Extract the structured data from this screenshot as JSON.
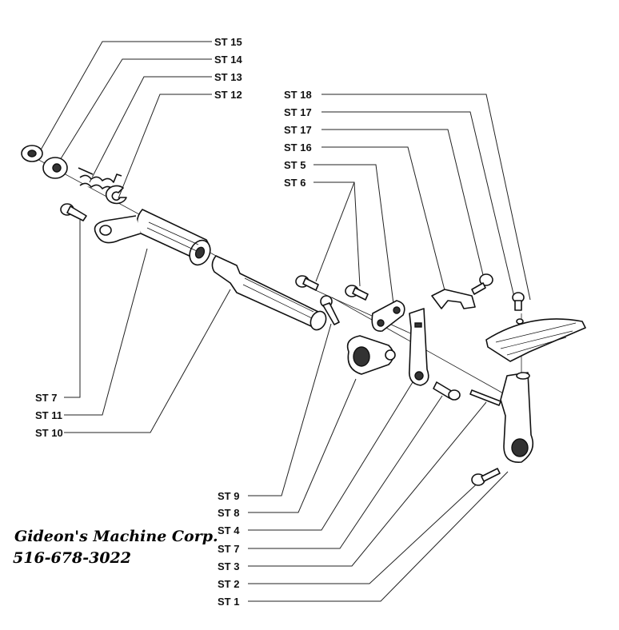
{
  "callouts": [
    {
      "id": "st15",
      "label": "ST 15"
    },
    {
      "id": "st14",
      "label": "ST 14"
    },
    {
      "id": "st13",
      "label": "ST 13"
    },
    {
      "id": "st12",
      "label": "ST 12"
    },
    {
      "id": "st18",
      "label": "ST 18"
    },
    {
      "id": "st17a",
      "label": "ST 17"
    },
    {
      "id": "st17b",
      "label": "ST 17"
    },
    {
      "id": "st16",
      "label": "ST 16"
    },
    {
      "id": "st5",
      "label": "ST 5"
    },
    {
      "id": "st6",
      "label": "ST 6"
    },
    {
      "id": "st7a",
      "label": "ST 7"
    },
    {
      "id": "st11",
      "label": "ST 11"
    },
    {
      "id": "st10",
      "label": "ST 10"
    },
    {
      "id": "st9",
      "label": "ST 9"
    },
    {
      "id": "st8",
      "label": "ST 8"
    },
    {
      "id": "st4",
      "label": "ST 4"
    },
    {
      "id": "st7b",
      "label": "ST 7"
    },
    {
      "id": "st3",
      "label": "ST 3"
    },
    {
      "id": "st2",
      "label": "ST 2"
    },
    {
      "id": "st1",
      "label": "ST 1"
    }
  ],
  "company": {
    "name": "Gideon's Machine Corp.",
    "phone": "516-678-3022"
  }
}
